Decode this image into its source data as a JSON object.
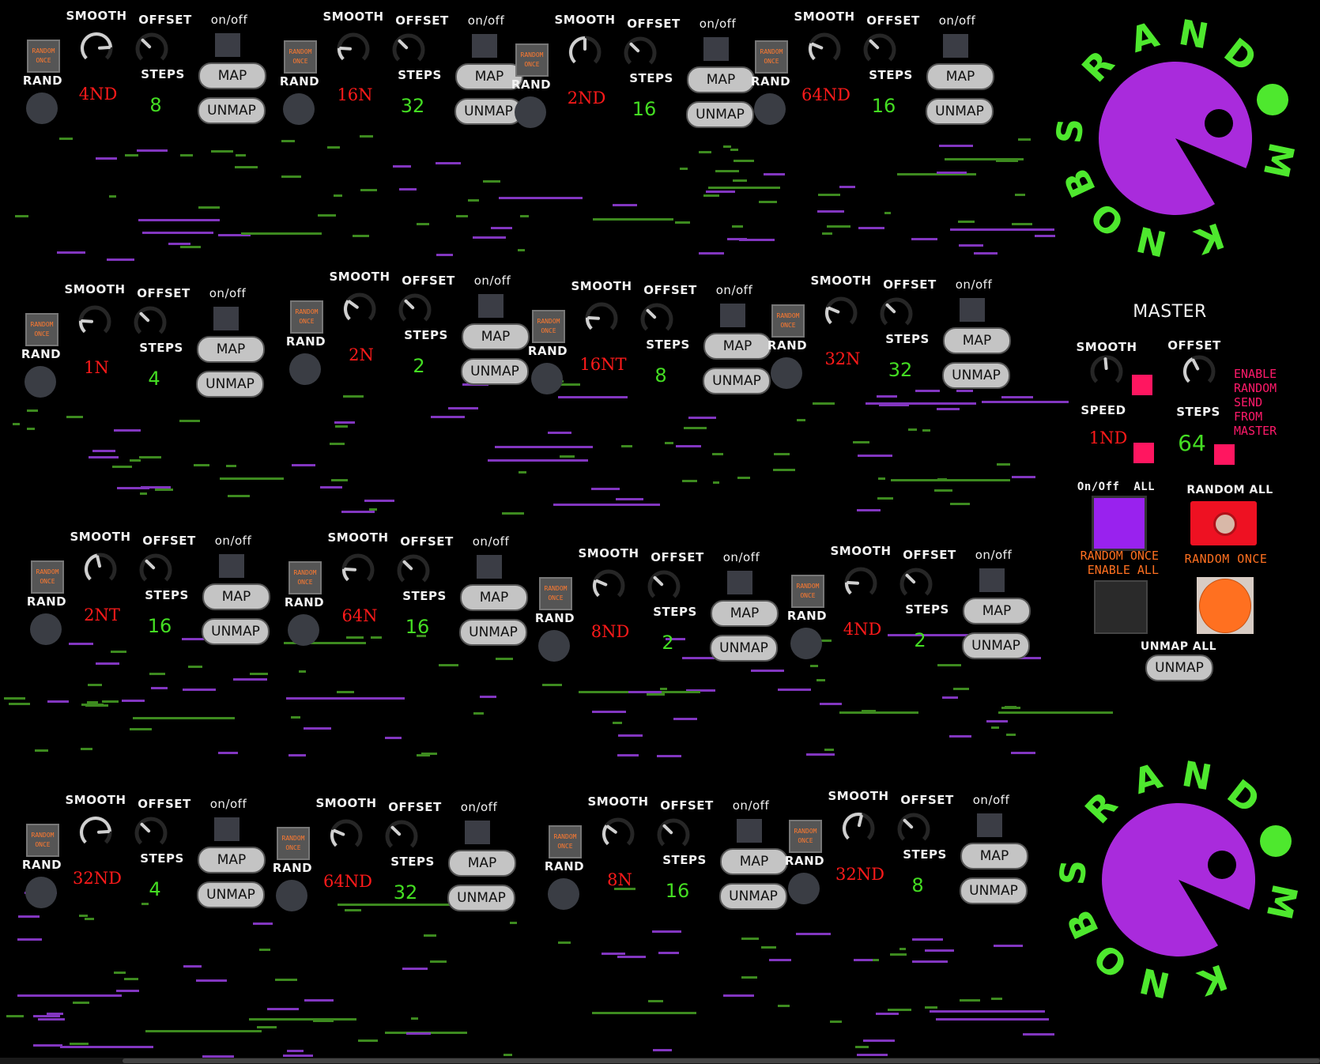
{
  "labels": {
    "smooth": "SMOOTH",
    "offset": "OFFSET",
    "steps": "STEPS",
    "onoff": "on/off",
    "rand": "RAND",
    "random_once_1": "RANDOM",
    "random_once_2": "ONCE",
    "map": "MAP",
    "unmap": "UNMAP"
  },
  "modules": [
    {
      "speed": "4ND",
      "steps": "8",
      "smooth": 0.82,
      "offset": 0.33
    },
    {
      "speed": "16N",
      "steps": "32",
      "smooth": 0.18,
      "offset": 0.33
    },
    {
      "speed": "2ND",
      "steps": "16",
      "smooth": 0.5,
      "offset": 0.33
    },
    {
      "speed": "64ND",
      "steps": "16",
      "smooth": 0.25,
      "offset": 0.33
    },
    {
      "speed": "1N",
      "steps": "4",
      "smooth": 0.18,
      "offset": 0.33
    },
    {
      "speed": "2N",
      "steps": "2",
      "smooth": 0.3,
      "offset": 0.33
    },
    {
      "speed": "16NT",
      "steps": "8",
      "smooth": 0.18,
      "offset": 0.33
    },
    {
      "speed": "32N",
      "steps": "32",
      "smooth": 0.25,
      "offset": 0.33
    },
    {
      "speed": "2NT",
      "steps": "16",
      "smooth": 0.45,
      "offset": 0.33
    },
    {
      "speed": "64N",
      "steps": "16",
      "smooth": 0.18,
      "offset": 0.33
    },
    {
      "speed": "8ND",
      "steps": "2",
      "smooth": 0.25,
      "offset": 0.33
    },
    {
      "speed": "4ND",
      "steps": "2",
      "smooth": 0.18,
      "offset": 0.33
    },
    {
      "speed": "32ND",
      "steps": "4",
      "smooth": 0.82,
      "offset": 0.33
    },
    {
      "speed": "64ND",
      "steps": "32",
      "smooth": 0.25,
      "offset": 0.33
    },
    {
      "speed": "8N",
      "steps": "16",
      "smooth": 0.3,
      "offset": 0.33
    },
    {
      "speed": "32ND",
      "steps": "8",
      "smooth": 0.55,
      "offset": 0.33
    }
  ],
  "master": {
    "title": "MASTER",
    "smooth_label": "SMOOTH",
    "offset_label": "OFFSET",
    "speed_label": "SPEED",
    "steps_label": "STEPS",
    "speed_value": "1ND",
    "steps_value": "64",
    "smooth": 0.48,
    "offset": 0.4,
    "enable_lines": [
      "ENABLE",
      "RANDOM",
      "SEND",
      "FROM",
      "MASTER"
    ],
    "onoff_all_label": "On/Off  ALL",
    "random_all_label": "RANDOM ALL",
    "random_once_enable_all_1": "RANDOM ONCE",
    "random_once_enable_all_2": "ENABLE ALL",
    "random_once_label": "RANDOM ONCE",
    "unmap_all_label": "UNMAP ALL",
    "unmap_button": "UNMAP"
  },
  "logo": {
    "letters": [
      "R",
      "A",
      "N",
      "D",
      "M",
      "K",
      "N",
      "O",
      "B",
      "S"
    ],
    "text": "RANDOM KNOBS"
  },
  "colors": {
    "red": "#ff1a1a",
    "green": "#44dd22",
    "pink": "#ff1660",
    "purple": "#a92bdc",
    "logo_green": "#4ee82e",
    "orange": "#ff7020"
  }
}
